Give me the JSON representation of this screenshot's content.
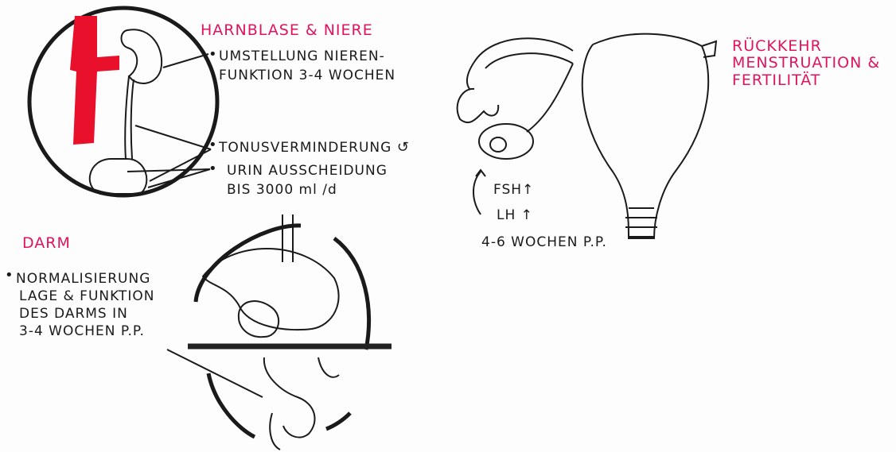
{
  "colors": {
    "heading": "#e0145e",
    "ink": "#1a1a1a",
    "vessel": "#e8102a"
  },
  "kidney": {
    "heading": "HARNBLASE & NIERE",
    "points": [
      {
        "lines": [
          "UMSTELLUNG NIEREN-",
          "FUNKTION 3-4 WOCHEN"
        ]
      },
      {
        "lines": [
          "TONUSVERMINDERUNG"
        ],
        "icon": "curl-arrow-icon"
      },
      {
        "lines": [
          "URIN AUSSCHEIDUNG",
          "BIS 3000 ml /d"
        ]
      }
    ]
  },
  "uterus": {
    "heading_lines": [
      "RÜCKKEHR",
      "MENSTRUATION &",
      "FERTILITÄT"
    ],
    "hormones": [
      "FSH↑",
      "LH ↑",
      "4-6 WOCHEN P.P."
    ]
  },
  "darm": {
    "heading": "DARM",
    "point_lines": [
      "NORMALISIERUNG",
      "LAGE & FUNKTION",
      "DES DARMS IN",
      "3-4 WOCHEN P.P."
    ]
  }
}
